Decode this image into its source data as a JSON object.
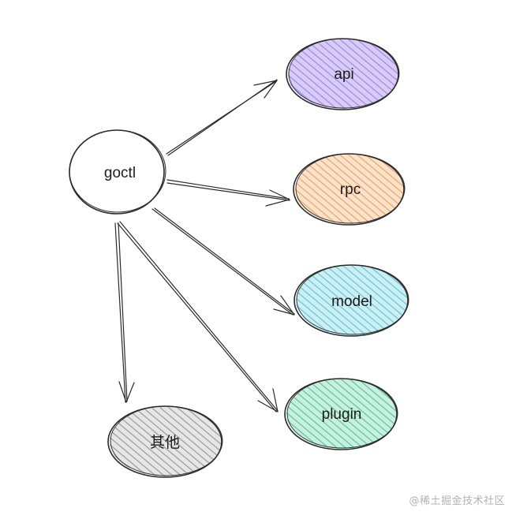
{
  "diagram": {
    "root": {
      "label": "goctl"
    },
    "children": [
      {
        "label": "api",
        "fill": "#c9b8f2",
        "hatch": "#9f86e6"
      },
      {
        "label": "rpc",
        "fill": "#f7d3b0",
        "hatch": "#eca466"
      },
      {
        "label": "model",
        "fill": "#b3e6ee",
        "hatch": "#5fc8d6"
      },
      {
        "label": "plugin",
        "fill": "#aee6cf",
        "hatch": "#56c79a"
      },
      {
        "label": "其他",
        "fill": "#d6d6d6",
        "hatch": "#9a9a9a"
      }
    ]
  },
  "watermark": "@稀土掘金技术社区"
}
